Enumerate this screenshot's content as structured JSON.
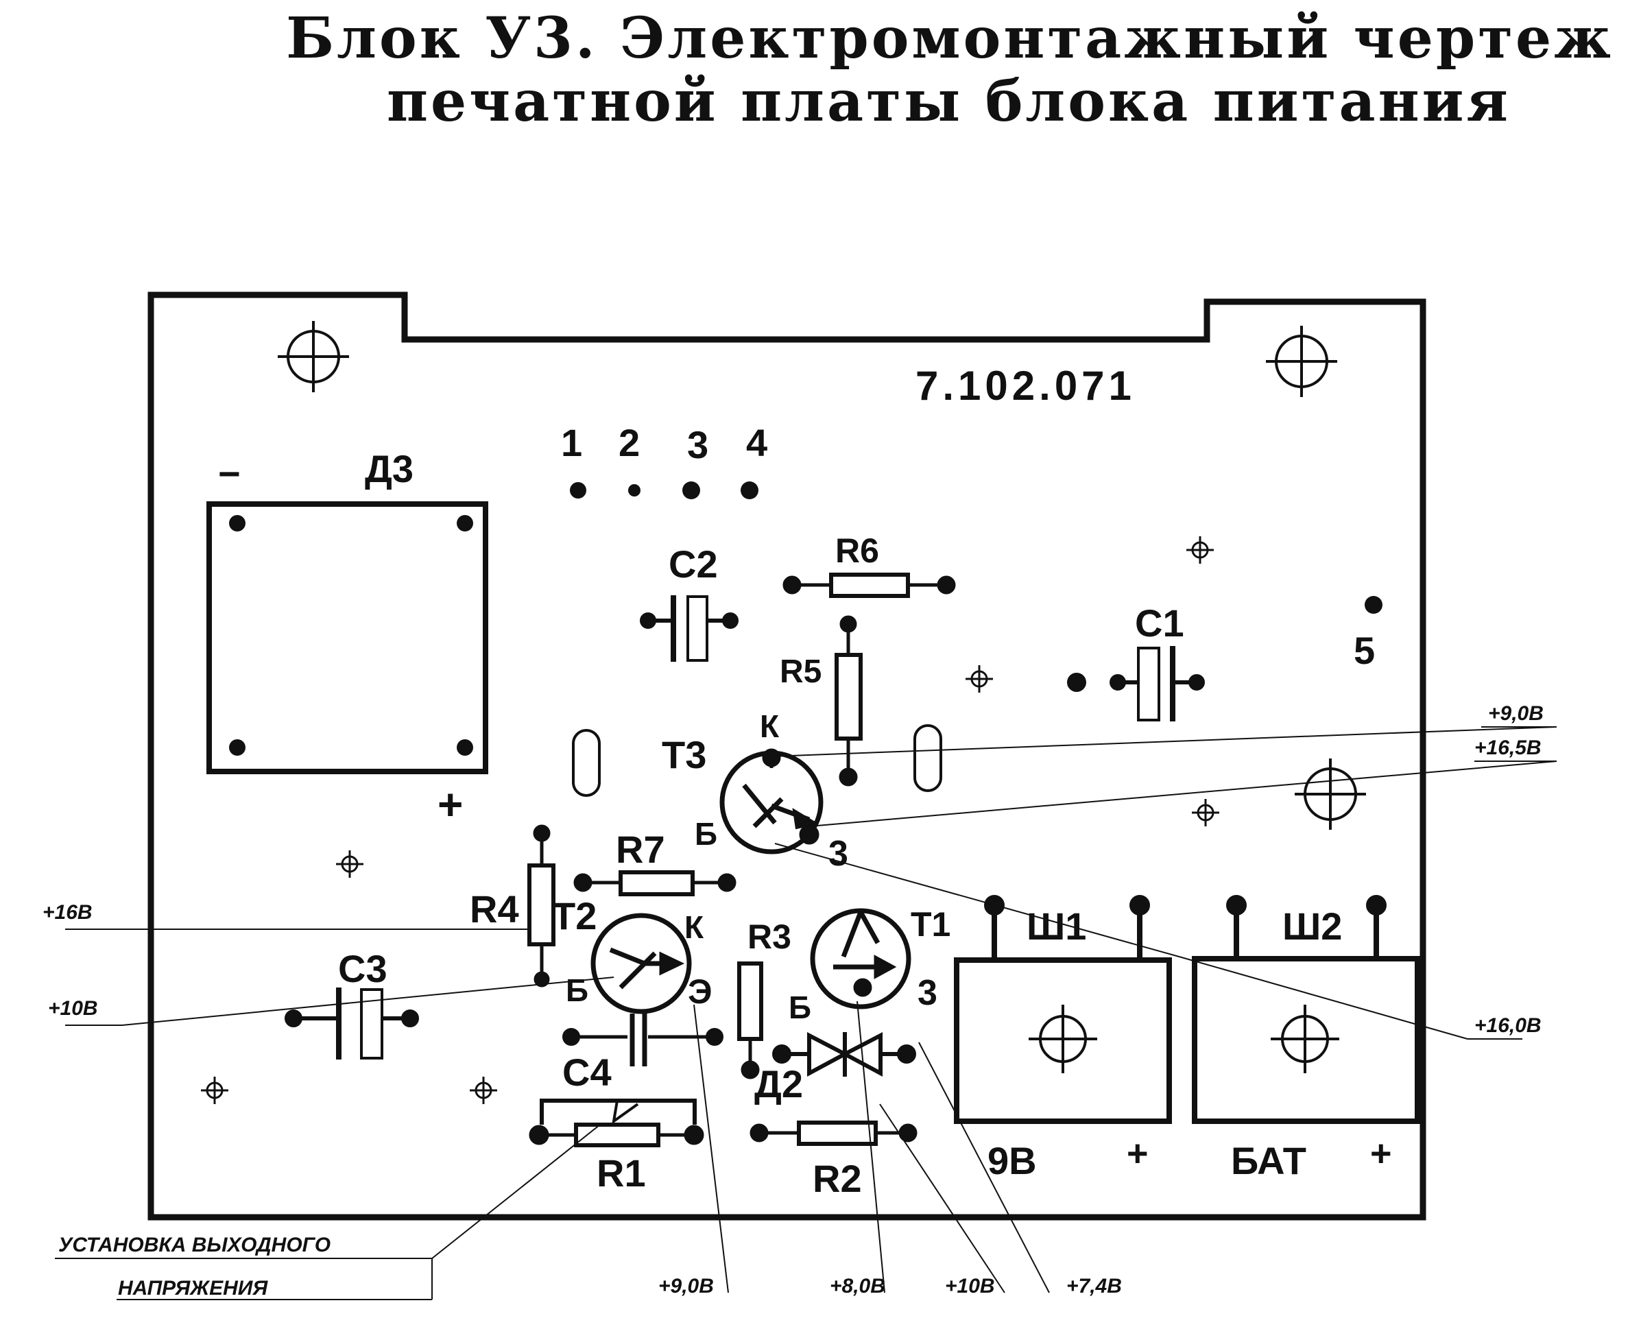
{
  "title": {
    "line1": "Блок У3. Электромонтажный чертеж",
    "line2": "печатной платы блока питания"
  },
  "board": {
    "part_number": "7.102.071",
    "pins": [
      "1",
      "2",
      "3",
      "4"
    ],
    "pin5": "5",
    "d3": {
      "label": "Д3",
      "minus": "−",
      "plus": "+"
    }
  },
  "components": {
    "c1": "C1",
    "c2": "C2",
    "c3": "C3",
    "c4": "C4",
    "r1": "R1",
    "r2": "R2",
    "r3": "R3",
    "r4": "R4",
    "r5": "R5",
    "r6": "R6",
    "r7": "R7",
    "t1": "T1",
    "t2": "T2",
    "t3": "T3",
    "d2": "Д2",
    "sh1": "Ш1",
    "sh2": "Ш2",
    "nine_v": "9В",
    "bat": "БАТ",
    "plus": "+"
  },
  "pin_letters": {
    "k": "К",
    "b": "Б",
    "e": "Э",
    "e_t1": "3",
    "e_t3": "3"
  },
  "annotations": {
    "v9_t3": "+9,0В",
    "v165": "+16,5В",
    "v16_left": "+16В",
    "v10_left": "+10В",
    "v160": "+16,0В",
    "v90_bottom": "+9,0В",
    "v80": "+8,0В",
    "v10_bottom": "+10В",
    "v74": "+7,4В",
    "adjust_line1": "УСТАНОВКА ВЫХОДНОГО",
    "adjust_line2": "НАПРЯЖЕНИЯ"
  }
}
